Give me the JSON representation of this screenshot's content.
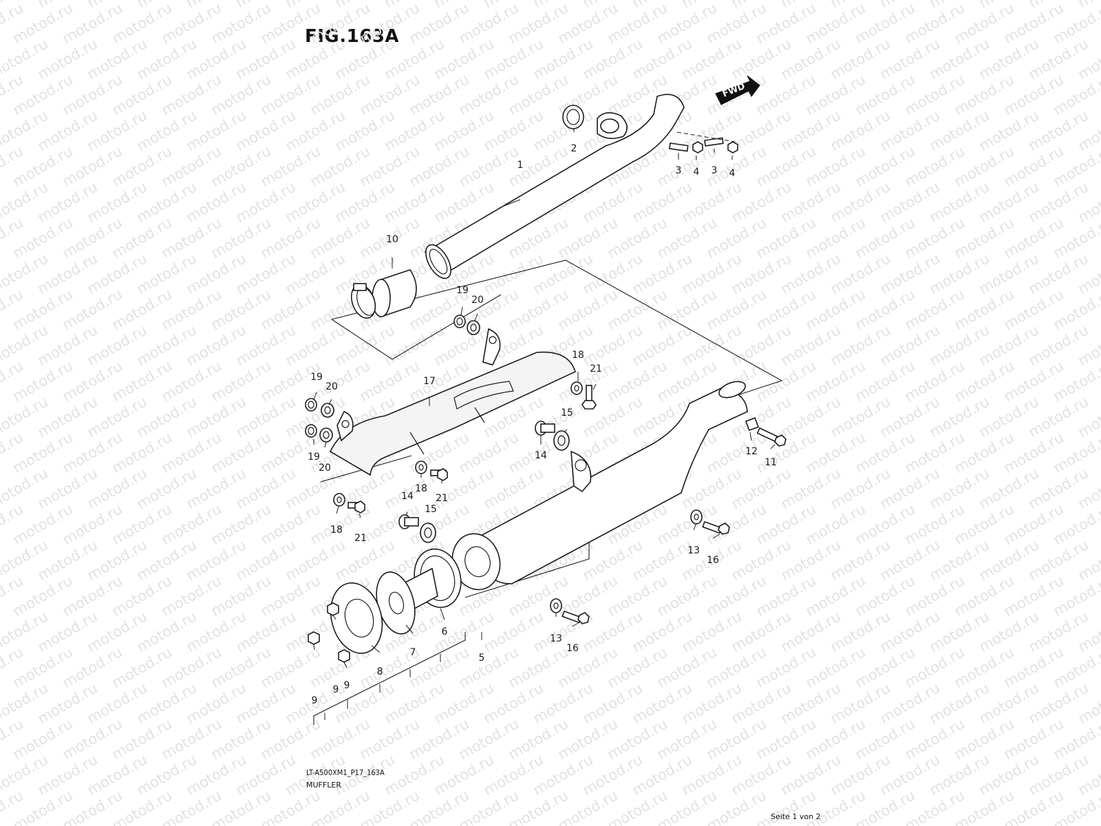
{
  "figure_title": "FIG.163A",
  "model_code": "LT-A500XM1_P17_163A",
  "section_name": "MUFFLER",
  "page_indicator": "Seite 1 von 2",
  "watermark": "motod.ru",
  "direction_badge": "FWD",
  "callouts": [
    "1",
    "2",
    "3",
    "4",
    "3",
    "4",
    "10",
    "19",
    "20",
    "17",
    "18",
    "21",
    "19",
    "20",
    "19",
    "20",
    "15",
    "14",
    "18",
    "21",
    "14",
    "15",
    "18",
    "21",
    "12",
    "11",
    "13",
    "16",
    "13",
    "16",
    "5",
    "6",
    "7",
    "8",
    "9",
    "9",
    "9"
  ]
}
